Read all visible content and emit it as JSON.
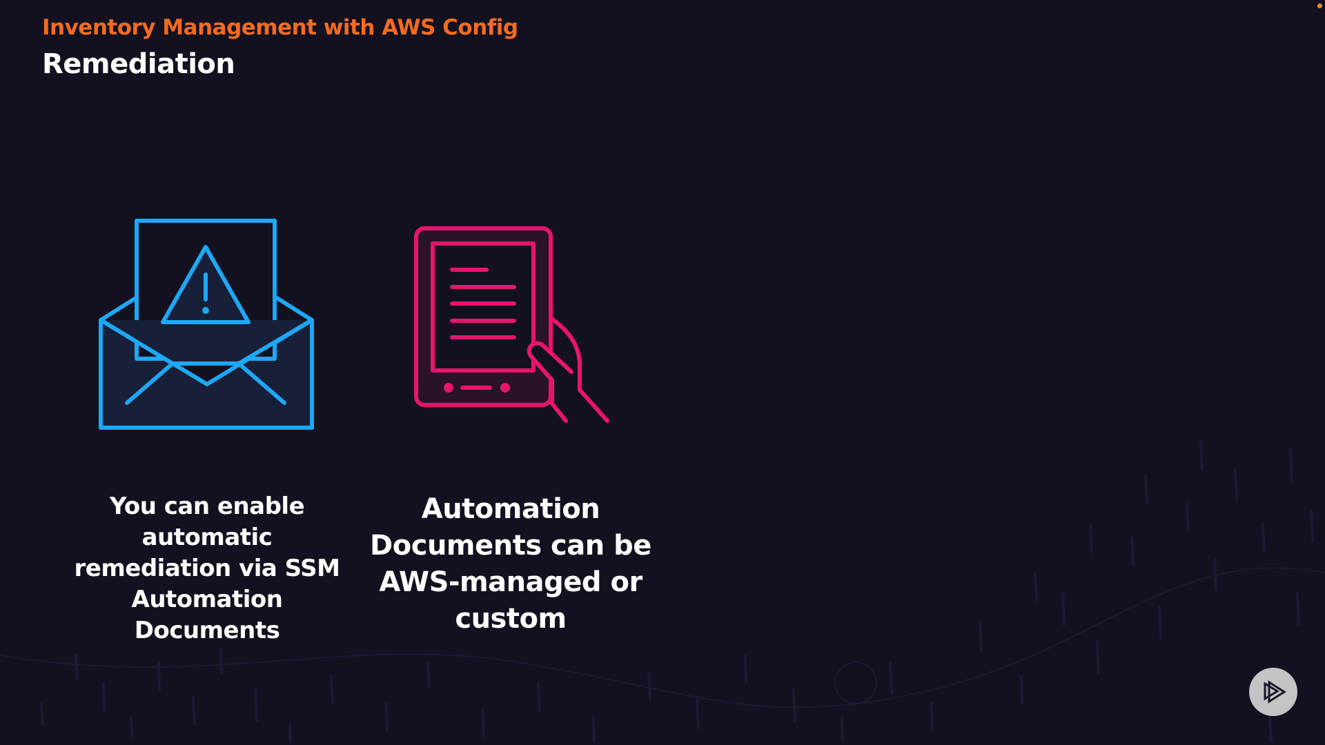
{
  "header": {
    "course_title": "Inventory Management with AWS Config",
    "slide_title": "Remediation"
  },
  "items": [
    {
      "icon": "envelope-warning-icon",
      "color": "#1ea7f5",
      "caption": "You can enable automatic remediation via SSM Automation Documents"
    },
    {
      "icon": "tablet-document-icon",
      "color": "#e8156f",
      "caption": "Automation Documents can be AWS-managed or custom"
    }
  ],
  "branding": {
    "logo": "pluralsight-play-logo-icon",
    "accent": "#f26b21"
  }
}
